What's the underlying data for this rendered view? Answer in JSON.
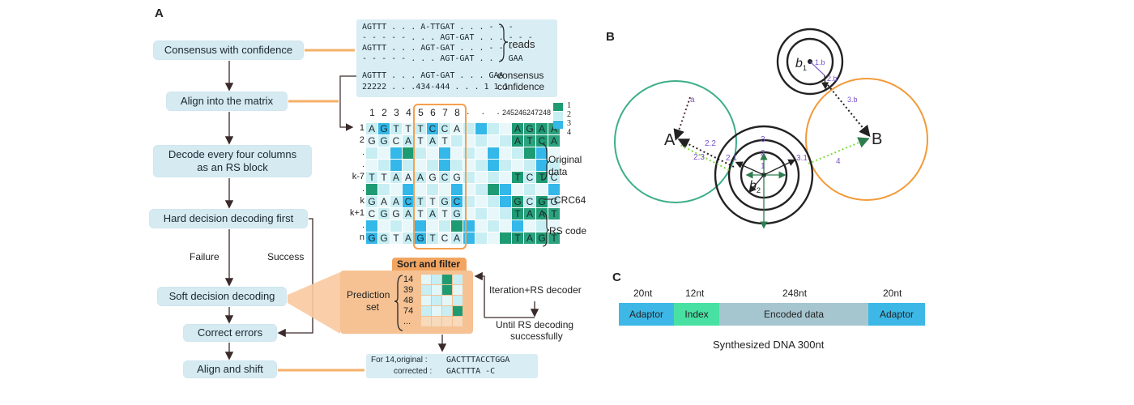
{
  "panelA": {
    "letter": "A",
    "flow": {
      "consensus": "Consensus with confidence",
      "align": "Align into the matrix",
      "decode_line1": "Decode every four columns",
      "decode_line2": "as an RS block",
      "hard": "Hard decision decoding first",
      "failure": "Failure",
      "success": "Success",
      "soft": "Soft decision decoding",
      "correct": "Correct errors",
      "align_shift": "Align and shift"
    },
    "reads": {
      "lines": [
        "AGTTT . . . A-TTGAT . . . - - -",
        "- - - - - . . . AGT-GAT . . . - - -",
        "AGTTT . . . AGT-GAT . . . - - -",
        "- - - - - . . . AGT-GAT . . . GAA"
      ],
      "label": "reads"
    },
    "consensus_block": {
      "consensus_seq": "AGTTT . . . AGT-GAT . . . GAA",
      "consensus_label": "consensus",
      "confidence_seq": "22222 . . .434-444 . . . 1 1 1",
      "confidence_label": "confidence"
    },
    "matrix": {
      "col_headers_left": [
        "1",
        "2",
        "3",
        "4",
        "5",
        "6",
        "7",
        "8"
      ],
      "col_headers_dots": ". . .",
      "col_headers_right": [
        "245",
        "246",
        "247",
        "248"
      ],
      "row_labels": [
        "1",
        "2",
        ".",
        ".",
        "k-7",
        ".",
        "k",
        "k+1",
        ".",
        "n"
      ],
      "rows": [
        [
          "A",
          "G",
          "T",
          "T",
          "T",
          "C",
          "C",
          "A"
        ],
        [
          "G",
          "G",
          "C",
          "A",
          "T",
          "A",
          "T",
          ""
        ],
        [
          "",
          "",
          "",
          "",
          "",
          "",
          "",
          ""
        ],
        [
          "",
          "",
          "",
          "",
          "",
          "",
          "",
          ""
        ],
        [
          "T",
          "T",
          "A",
          "A",
          "A",
          "G",
          "C",
          "G"
        ],
        [
          "",
          "",
          "",
          "",
          "",
          "",
          "",
          ""
        ],
        [
          "G",
          "A",
          "A",
          "C",
          "T",
          "T",
          "G",
          "C"
        ],
        [
          "C",
          "G",
          "G",
          "A",
          "T",
          "A",
          "T",
          "G"
        ],
        [
          "",
          "",
          "",
          "",
          "",
          "",
          "",
          ""
        ],
        [
          "G",
          "G",
          "T",
          "A",
          "G",
          "T",
          "C",
          "A"
        ]
      ],
      "right_rows": {
        "0": [
          "A",
          "G",
          "A",
          "A"
        ],
        "1": [
          "A",
          "T",
          "C",
          "A"
        ],
        "4": [
          "T",
          "C",
          "T",
          "C"
        ],
        "6": [
          "G",
          "C",
          "G",
          "G"
        ],
        "7": [
          "T",
          "A",
          "A",
          "T"
        ],
        "9": [
          "T",
          "A",
          "G",
          "T"
        ]
      },
      "legend": [
        "1",
        "2",
        "3",
        "4"
      ],
      "labels": {
        "original1": "Original",
        "original2": "data",
        "crc": "CRC64",
        "rs": "RS code"
      }
    },
    "sort": {
      "title": "Sort and filter",
      "prediction1": "Prediction",
      "prediction2": "set",
      "numbers": [
        "14",
        "39",
        "48",
        "74",
        "..."
      ],
      "iteration": "Iteration+RS decoder",
      "until1": "Until RS decoding",
      "until2": "successfully"
    },
    "result": {
      "original_label": "For 14,original :",
      "original_seq": "GACTTTACCTGGA",
      "corrected_label": "corrected :",
      "corrected_seq": "GACTTTA -C"
    }
  },
  "panelB": {
    "letter": "B",
    "point_A": "A",
    "point_B": "B",
    "b1": "b",
    "b1_sub": "1",
    "b2": "b",
    "b2_sub": "2",
    "vec_labels": {
      "a": "a",
      "v22": "2.2",
      "v23": "2.3",
      "v21": "2.1",
      "v31": "3.1",
      "v4": "4",
      "v3": "3",
      "v2": "2",
      "v1": "1",
      "v1b": "1.b",
      "v2b": "2.b",
      "v3b": "3.b"
    },
    "colors": {
      "green": "#3cae8a",
      "orange": "#f29a38",
      "dark": "#222222",
      "arrow": "#2f7d4f",
      "lime": "#7ddc3c",
      "purple": "#7a52c8"
    }
  },
  "panelC": {
    "letter": "C",
    "lengths": [
      "20nt",
      "12nt",
      "248nt",
      "20nt"
    ],
    "segments": [
      "Adaptor",
      "Index",
      "Encoded data",
      "Adaptor"
    ],
    "caption": "Synthesized DNA 300nt",
    "colors": {
      "adaptor": "#3db8e6",
      "index": "#49e0a4",
      "encoded": "#a6c6cf"
    }
  }
}
